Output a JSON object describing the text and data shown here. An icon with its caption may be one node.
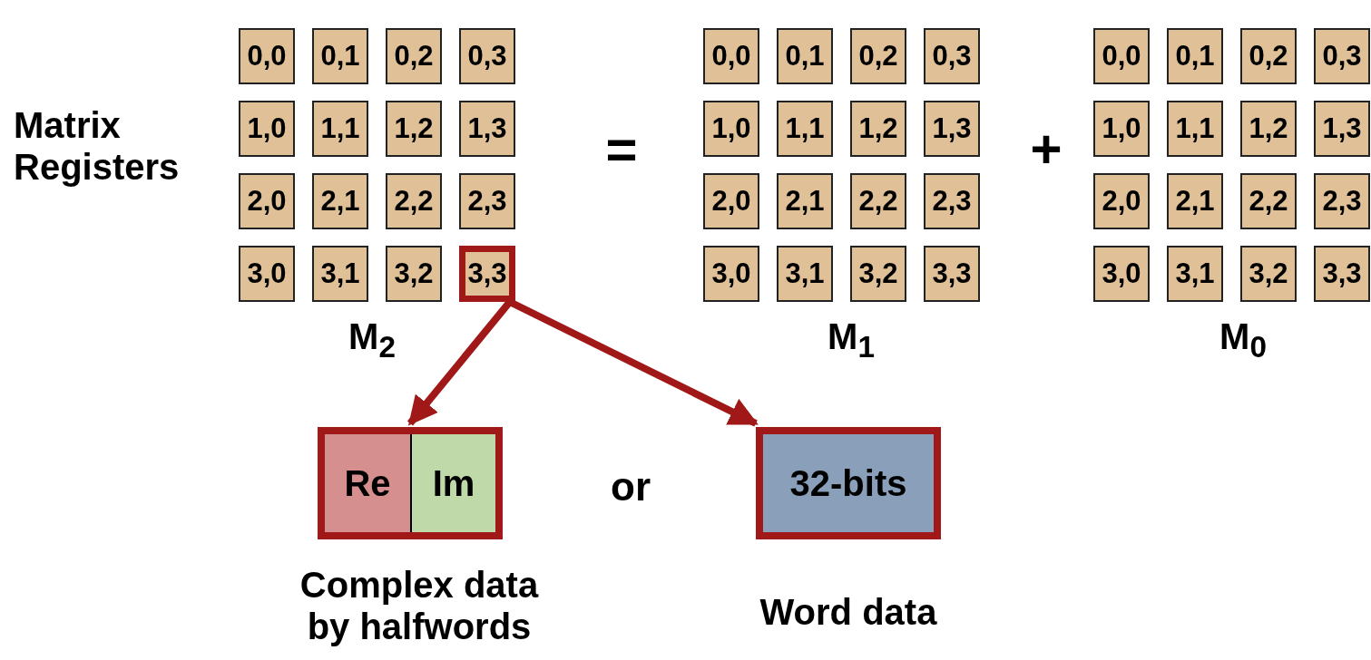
{
  "diagram": {
    "nodes": [
      {
        "text": [
          "0,0"
        ]
      },
      {
        "text": [
          "0,1"
        ]
      },
      {
        "text": [
          "0,2"
        ]
      },
      {
        "text": [
          "0,3"
        ]
      },
      {
        "text": [
          "1,0"
        ]
      },
      {
        "text": [
          "1,1"
        ]
      },
      {
        "text": [
          "1,2"
        ]
      },
      {
        "text": [
          "1,3"
        ]
      },
      {
        "text": [
          "2,0"
        ]
      },
      {
        "text": [
          "2,1"
        ]
      },
      {
        "text": [
          "2,2"
        ]
      },
      {
        "text": [
          "2,3"
        ]
      },
      {
        "text": [
          "3,0"
        ]
      },
      {
        "text": [
          "3,1"
        ]
      },
      {
        "text": [
          "3,2"
        ]
      },
      {
        "text": [
          "3,3"
        ]
      },
      {
        "text": [
          "0,0"
        ]
      },
      {
        "text": [
          "0,1"
        ]
      },
      {
        "text": [
          "0,2"
        ]
      },
      {
        "text": [
          "0,3"
        ]
      },
      {
        "text": [
          "1,0"
        ]
      },
      {
        "text": [
          "1,1"
        ]
      },
      {
        "text": [
          "1,2"
        ]
      },
      {
        "text": [
          "1,3"
        ]
      },
      {
        "text": [
          "2,0"
        ]
      },
      {
        "text": [
          "2,1"
        ]
      },
      {
        "text": [
          "2,2"
        ]
      },
      {
        "text": [
          "2,3"
        ]
      },
      {
        "text": [
          "3,0"
        ]
      },
      {
        "text": [
          "3,1"
        ]
      },
      {
        "text": [
          "3,2"
        ]
      },
      {
        "text": [
          "3,3"
        ]
      },
      {
        "text": [
          "0,0"
        ]
      },
      {
        "text": [
          "0,1"
        ]
      },
      {
        "text": [
          "0,2"
        ]
      },
      {
        "text": [
          "0,3"
        ]
      },
      {
        "text": [
          "1,0"
        ]
      },
      {
        "text": [
          "1,1"
        ]
      },
      {
        "text": [
          "1,2"
        ]
      },
      {
        "text": [
          "1,3"
        ]
      },
      {
        "text": [
          "2,0"
        ]
      },
      {
        "text": [
          "2,1"
        ]
      },
      {
        "text": [
          "2,2"
        ]
      },
      {
        "text": [
          "2,3"
        ]
      },
      {
        "text": [
          "3,0"
        ]
      },
      {
        "text": [
          "3,1"
        ]
      },
      {
        "text": [
          "3,2"
        ]
      },
      {
        "text": [
          "3,3"
        ]
      },
      {
        "text": [],
        "shape": "box",
        "beside": [
          "Complex data by halfwords"
        ]
      },
      {
        "text": [
          "Re"
        ],
        "in": 48
      },
      {
        "text": [
          "Im"
        ],
        "in": 48
      },
      {
        "text": [
          "32-bits"
        ],
        "beside": [
          "Word data"
        ]
      }
    ],
    "edges": [
      {
        "from": 15,
        "to": 48,
        "arrow": "to"
      },
      {
        "from": 15,
        "to": 51,
        "arrow": "to"
      }
    ],
    "labels": [
      "Matrix Registers",
      "=",
      "+",
      "M$_{2}$",
      "M$_{1}$",
      "M$_{0}$",
      "or"
    ]
  }
}
